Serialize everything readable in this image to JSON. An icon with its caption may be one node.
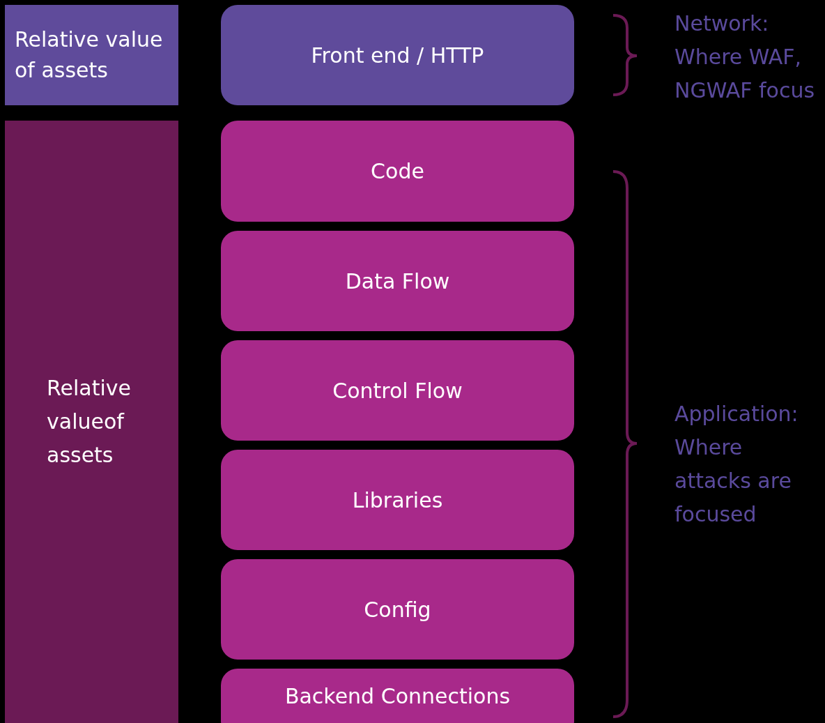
{
  "diagram": {
    "nodes": [
      {
        "text": [
          "Relative value of assets"
        ]
      },
      {
        "text": [
          "Front end / HTTP"
        ]
      },
      {
        "text": [
          "Relative valueof assets"
        ]
      },
      {
        "text": [
          "Code"
        ]
      },
      {
        "text": [
          "Data Flow"
        ]
      },
      {
        "text": [
          "Control Flow"
        ]
      },
      {
        "text": [
          "Libraries"
        ]
      },
      {
        "text": [
          "Config"
        ]
      },
      {
        "text": [
          "Backend Connections"
        ]
      }
    ],
    "edges": [],
    "labels": [
      "Network: Where WAF, NGWAF focus",
      "Application: Where attacks are focused"
    ]
  }
}
